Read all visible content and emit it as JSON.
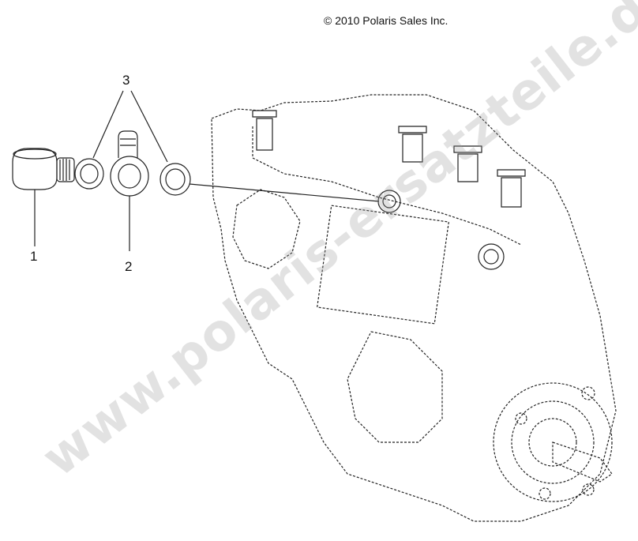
{
  "copyright": "© 2010 Polaris Sales Inc.",
  "watermark": "www.polaris-ersatzteile.de",
  "callouts": {
    "part_1": "1",
    "part_2": "2",
    "part_3": "3"
  },
  "colors": {
    "line_art": "#222222",
    "watermark": "#9a9a9a"
  }
}
